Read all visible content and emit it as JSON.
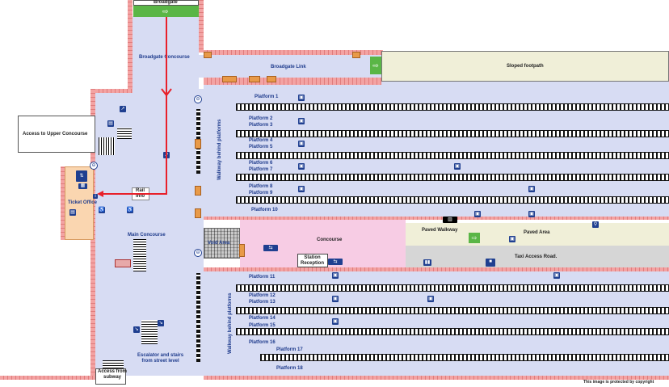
{
  "map": {
    "broadgate": "Broadgate",
    "broadgate_concourse": "Broadgate Concourse",
    "broadgate_link": "Broadgate Link",
    "sloped_footpath": "Sloped footpath",
    "access_upper": "Access to Upper Concourse",
    "ticket_office": "Ticket Office",
    "rail_info": "Rail\nInfo",
    "main_concourse": "Main Concourse",
    "walkway_upper": "Walkway behind platforms",
    "walkway_lower": "Walkway behind platforms",
    "void_area": "Void Area",
    "concourse": "Concourse",
    "station_reception": "Station\nReception",
    "paved_walkway": "Paved Walkway",
    "paved_area": "Paved Area",
    "taxi_access": "Taxi Access Road.",
    "escalator": "Escalator and stairs\nfrom street level",
    "access_subway": "Access from\nsubway",
    "copyright": "This image is protected by copyright",
    "platforms": [
      "Platform 1",
      "Platform 2",
      "Platform 3",
      "Platform 4",
      "Platform 5",
      "Platform 6",
      "Platform 7",
      "Platform 8",
      "Platform 9",
      "Platform 10",
      "Platform 11",
      "Platform 12",
      "Platform 13",
      "Platform 14",
      "Platform 15",
      "Platform 16",
      "Platform 17",
      "Platform 18"
    ]
  },
  "colors": {
    "concourse": "#d7dcf3",
    "wall": "#f3a3a3",
    "ticket_office": "#fad6b0",
    "pink_concourse": "#f7cce4",
    "paved": "#f0efd8",
    "taxi_road": "#d6d6d6",
    "green_exit": "#5ab646",
    "route_arrow": "#e8202a",
    "icon_blue": "#1f3f90"
  },
  "icons": [
    "exit-icon",
    "accessible-icon",
    "taxi-icon",
    "lift-icon",
    "escalator-icon",
    "underground-icon",
    "bicycle-icon",
    "toilets-icon",
    "ticket-machine-icon",
    "info-icon"
  ]
}
